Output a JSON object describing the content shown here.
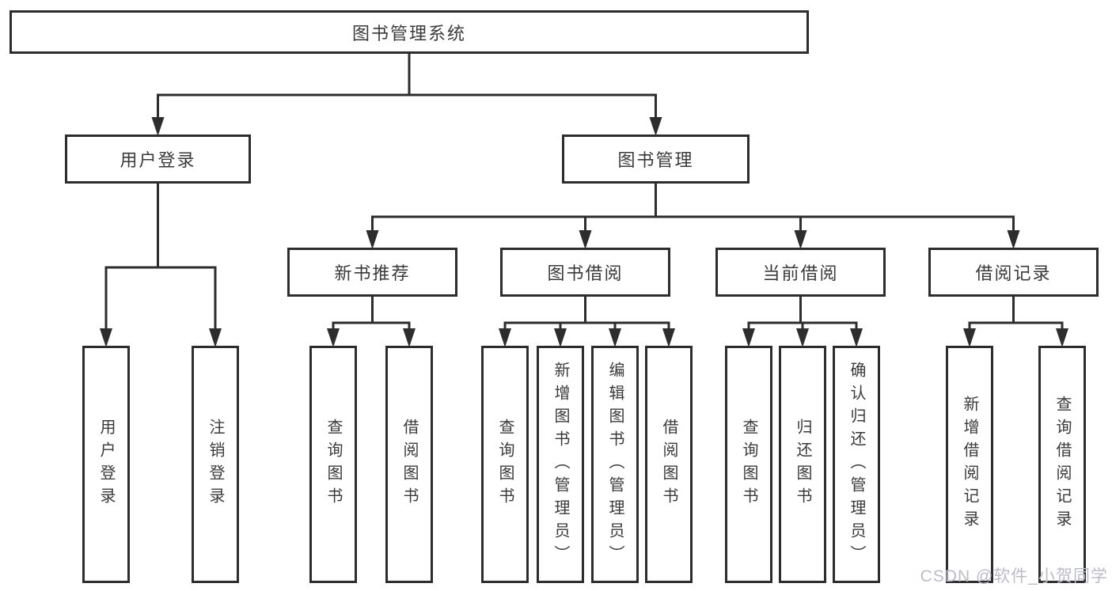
{
  "diagram": {
    "title": "图书管理系统",
    "watermark": "CSDN @软件_小贺同学",
    "colors": {
      "line": "#2d2d2d",
      "box_border": "#2d2d2d",
      "text": "#3a3a3a",
      "watermark": "#b9bec6",
      "background": "#ffffff"
    },
    "nodes": [
      {
        "id": "root",
        "label": "图书管理系统",
        "parent": null,
        "orientation": "horizontal"
      },
      {
        "id": "user-login",
        "label": "用户登录",
        "parent": "root",
        "orientation": "horizontal"
      },
      {
        "id": "book-mgmt",
        "label": "图书管理",
        "parent": "root",
        "orientation": "horizontal"
      },
      {
        "id": "new-book-rec",
        "label": "新书推荐",
        "parent": "book-mgmt",
        "orientation": "horizontal"
      },
      {
        "id": "book-borrow",
        "label": "图书借阅",
        "parent": "book-mgmt",
        "orientation": "horizontal"
      },
      {
        "id": "current-borrow",
        "label": "当前借阅",
        "parent": "book-mgmt",
        "orientation": "horizontal"
      },
      {
        "id": "borrow-records",
        "label": "借阅记录",
        "parent": "book-mgmt",
        "orientation": "horizontal"
      },
      {
        "id": "leaf-user-login",
        "label": "用户登录",
        "parent": "user-login",
        "orientation": "vertical"
      },
      {
        "id": "leaf-logout",
        "label": "注销登录",
        "parent": "user-login",
        "orientation": "vertical"
      },
      {
        "id": "leaf-nbr-query",
        "label": "查询图书",
        "parent": "new-book-rec",
        "orientation": "vertical"
      },
      {
        "id": "leaf-nbr-borrow",
        "label": "借阅图书",
        "parent": "new-book-rec",
        "orientation": "vertical"
      },
      {
        "id": "leaf-bb-query",
        "label": "查询图书",
        "parent": "book-borrow",
        "orientation": "vertical"
      },
      {
        "id": "leaf-bb-add",
        "label": "新增图书（管理员）",
        "parent": "book-borrow",
        "orientation": "vertical"
      },
      {
        "id": "leaf-bb-edit",
        "label": "编辑图书（管理员）",
        "parent": "book-borrow",
        "orientation": "vertical"
      },
      {
        "id": "leaf-bb-borrow",
        "label": "借阅图书",
        "parent": "book-borrow",
        "orientation": "vertical"
      },
      {
        "id": "leaf-cb-query",
        "label": "查询图书",
        "parent": "current-borrow",
        "orientation": "vertical"
      },
      {
        "id": "leaf-cb-return",
        "label": "归还图书",
        "parent": "current-borrow",
        "orientation": "vertical"
      },
      {
        "id": "leaf-cb-confirm",
        "label": "确认归还（管理员）",
        "parent": "current-borrow",
        "orientation": "vertical"
      },
      {
        "id": "leaf-br-add",
        "label": "新增借阅记录",
        "parent": "borrow-records",
        "orientation": "vertical"
      },
      {
        "id": "leaf-br-query",
        "label": "查询借阅记录",
        "parent": "borrow-records",
        "orientation": "vertical"
      }
    ]
  }
}
